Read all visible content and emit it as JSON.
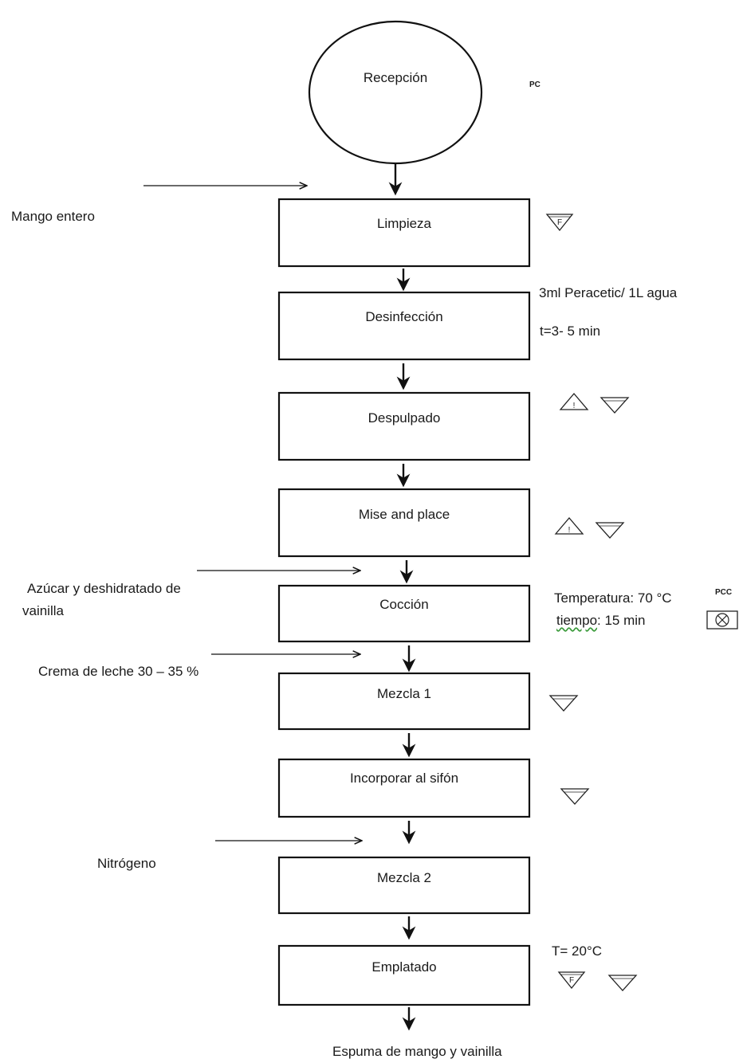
{
  "start": {
    "label": "Recepción",
    "mark": "PC"
  },
  "steps": [
    {
      "label": "Limpieza"
    },
    {
      "label": "Desinfección"
    },
    {
      "label": "Despulpado"
    },
    {
      "label": "Mise and place"
    },
    {
      "label": "Cocción"
    },
    {
      "label": "Mezcla 1"
    },
    {
      "label": "Incorporar al sifón"
    },
    {
      "label": "Mezcla 2"
    },
    {
      "label": "Emplatado"
    }
  ],
  "inputs": {
    "mango": "Mango entero",
    "azucar_line1": "Azúcar y deshidratado de",
    "azucar_line2": "vainilla",
    "crema": "Crema de leche 30 – 35 %",
    "nitrogeno": "Nitrógeno"
  },
  "notes": {
    "desinfeccion_line1": "3ml Peracetic/ 1L agua",
    "desinfeccion_line2": "t=3- 5 min",
    "coccion_temp": "Temperatura: 70 °C",
    "coccion_time_word": "tiempo",
    "coccion_time_rest": ": 15 min",
    "coccion_mark": "PCC",
    "emplatado_temp": "T=  20°C"
  },
  "symbols": {
    "triangle_letter": "F",
    "warning_mark": "!"
  },
  "output": {
    "label": "Espuma de mango y vainilla"
  }
}
